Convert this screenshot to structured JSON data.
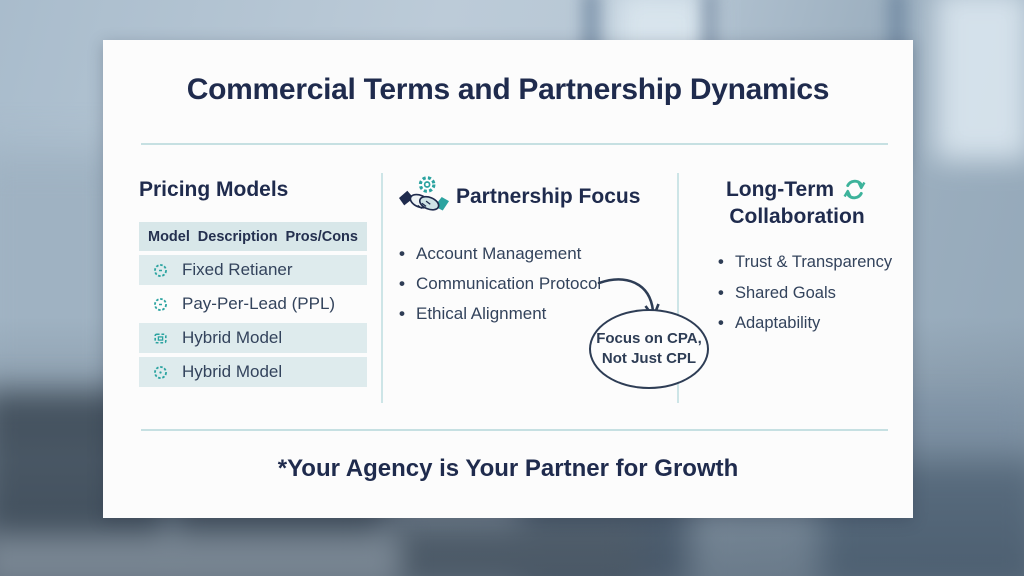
{
  "slide": {
    "title": "Commercial Terms and Partnership Dynamics",
    "footer": "*Your Agency is Your Partner for Growth"
  },
  "pricing": {
    "heading": "Pricing Models",
    "table": {
      "headers": [
        "Model",
        "Description",
        "Pros/Cons"
      ],
      "rows": [
        {
          "icon": "gear-circle-icon",
          "label": "Fixed Retianer"
        },
        {
          "icon": "gear-circle-icon",
          "label": "Pay-Per-Lead (PPL)"
        },
        {
          "icon": "gear-square-icon",
          "label": "Hybrid Model"
        },
        {
          "icon": "gear-circle-icon",
          "label": "Hybrid Model"
        }
      ]
    }
  },
  "partnership": {
    "heading": "Partnership Focus",
    "icon": "handshake-gear-icon",
    "bullets": [
      "Account Management",
      "Communication Protocol",
      "Ethical Alignment"
    ],
    "callout": {
      "line1": "Focus on CPA,",
      "line2": "Not Just CPL"
    }
  },
  "collaboration": {
    "heading_line1": "Long-Term",
    "heading_line2": "Collaboration",
    "icon": "cycle-arrows-icon",
    "bullets": [
      "Trust & Transparency",
      "Shared Goals",
      "Adaptability"
    ]
  },
  "colors": {
    "accent_teal": "#2ba3a0",
    "cycle_green": "#3db39b",
    "heading_navy": "#1f2b4d",
    "body_text": "#33435c",
    "table_header_bg": "#d8e7e9",
    "row_highlight_bg": "#deebed",
    "divider_teal": "#c6e0e2"
  }
}
